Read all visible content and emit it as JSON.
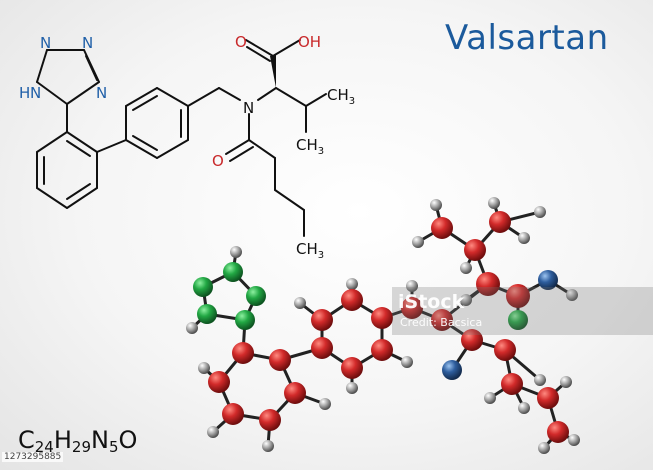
{
  "title": "Valsartan",
  "formula": {
    "parts": [
      {
        "t": "C",
        "sub": "24"
      },
      {
        "t": "H",
        "sub": "29"
      },
      {
        "t": "N",
        "sub": "5"
      },
      {
        "t": "O",
        "sub": ""
      }
    ]
  },
  "atom_labels": {
    "n_top_left": "N",
    "n_top_right": "N",
    "nh": "H",
    "nh_n": "N",
    "n_right": "N",
    "amide_n": "N",
    "o_carbonyl": "O",
    "oh": "OH",
    "o_amide": "O",
    "ch3_a": "CH",
    "ch3_a_sub": "3",
    "ch3_b": "CH",
    "ch3_b_sub": "3",
    "ch3_c": "CH",
    "ch3_c_sub": "3"
  },
  "watermark": {
    "logo": "iStock",
    "credit": "Credit: Bacsica",
    "stock_id": "1273295885"
  },
  "colors": {
    "title": "#1b5a9c",
    "nitrogen": "#1f5fa8",
    "oxygen": "#c8282a",
    "carbon_atom": "#cc1f1f",
    "nitrogen_atom": "#2e5e9e",
    "tetrazole_atom": "#1f9a3a",
    "hydrogen_atom": "#9a9a9a"
  }
}
